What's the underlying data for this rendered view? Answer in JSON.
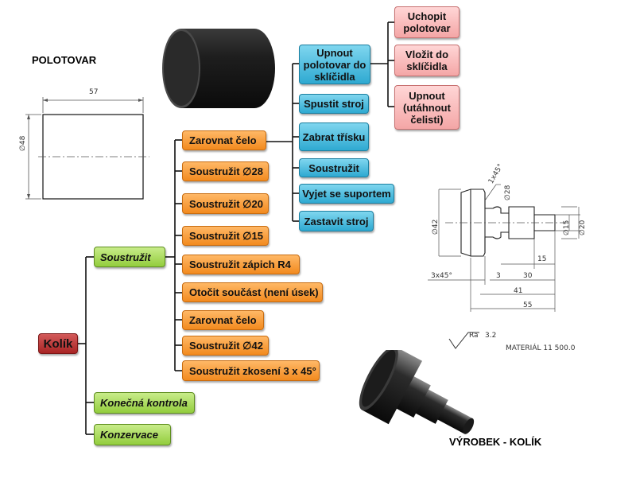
{
  "labels": {
    "blank_title": "POLOTOVAR",
    "product_title": "VÝROBEK - KOLÍK"
  },
  "blank_drawing": {
    "length": "57",
    "diameter": "∅48"
  },
  "part_drawing": {
    "chamfer_top": "1x45°",
    "dia_28": "∅28",
    "dia_42": "∅42",
    "dia_15": "∅15",
    "dia_20": "∅20",
    "len_15": "15",
    "chamfer_left": "3x45°",
    "len_3": "3",
    "len_30": "30",
    "len_41": "41",
    "len_55": "55",
    "roughness_label": "Ra",
    "roughness_value": "3.2",
    "material": "MATERIÁL  11 500.0"
  },
  "tree": {
    "root": "Kolík",
    "level1": [
      "Soustružit",
      "Konečná kontrola",
      "Konzervace"
    ],
    "ops": [
      "Zarovnat čelo",
      "Soustružit ∅28",
      "Soustružit ∅20",
      "Soustružit ∅15",
      "Soustružit zápich R4",
      "Otočit součást (není úsek)",
      "Zarovnat čelo",
      "Soustružit ∅42",
      "Soustružit zkosení 3 x 45°"
    ],
    "steps": [
      "Upnout polotovar do sklíčidla",
      "Spustit stroj",
      "Zabrat třísku",
      "Soustružit",
      "Vyjet se suportem",
      "Zastavit stroj"
    ],
    "substeps": [
      "Uchopit polotovar",
      "Vložit do sklíčidla",
      "Upnout (utáhnout čelisti)"
    ]
  }
}
